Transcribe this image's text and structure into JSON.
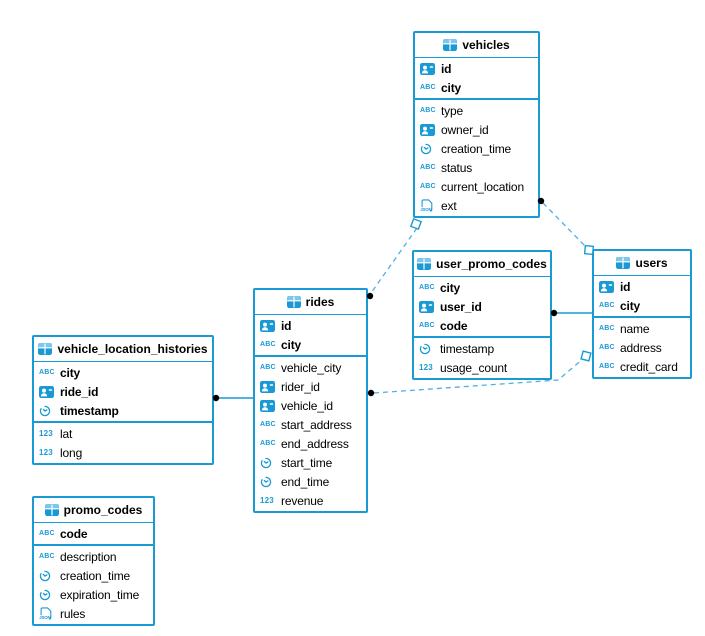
{
  "diagram": {
    "colors": {
      "table_border": "#1a9ad5",
      "icon_blue": "#1a9ad5",
      "dashed_line": "#4fb0e0",
      "text": "#000000",
      "background": "#ffffff",
      "relationship_dot": "#000000"
    },
    "tables": [
      {
        "name": "vehicles",
        "icon": "table-icon",
        "key_fields": [
          {
            "name": "id",
            "icon": "uuid-icon"
          },
          {
            "name": "city",
            "icon": "varchar-icon"
          }
        ],
        "fields": [
          {
            "name": "type",
            "icon": "varchar-icon"
          },
          {
            "name": "owner_id",
            "icon": "uuid-icon"
          },
          {
            "name": "creation_time",
            "icon": "timestamp-icon"
          },
          {
            "name": "status",
            "icon": "varchar-icon"
          },
          {
            "name": "current_location",
            "icon": "varchar-icon"
          },
          {
            "name": "ext",
            "icon": "json-icon"
          }
        ]
      },
      {
        "name": "user_promo_codes",
        "icon": "table-icon",
        "key_fields": [
          {
            "name": "city",
            "icon": "varchar-icon"
          },
          {
            "name": "user_id",
            "icon": "uuid-icon"
          },
          {
            "name": "code",
            "icon": "varchar-icon"
          }
        ],
        "fields": [
          {
            "name": "timestamp",
            "icon": "timestamp-icon"
          },
          {
            "name": "usage_count",
            "icon": "number-icon"
          }
        ]
      },
      {
        "name": "users",
        "icon": "table-icon",
        "key_fields": [
          {
            "name": "id",
            "icon": "uuid-icon"
          },
          {
            "name": "city",
            "icon": "varchar-icon"
          }
        ],
        "fields": [
          {
            "name": "name",
            "icon": "varchar-icon"
          },
          {
            "name": "address",
            "icon": "varchar-icon"
          },
          {
            "name": "credit_card",
            "icon": "varchar-icon"
          }
        ]
      },
      {
        "name": "rides",
        "icon": "table-icon",
        "key_fields": [
          {
            "name": "id",
            "icon": "uuid-icon"
          },
          {
            "name": "city",
            "icon": "varchar-icon"
          }
        ],
        "fields": [
          {
            "name": "vehicle_city",
            "icon": "varchar-icon"
          },
          {
            "name": "rider_id",
            "icon": "uuid-icon"
          },
          {
            "name": "vehicle_id",
            "icon": "uuid-icon"
          },
          {
            "name": "start_address",
            "icon": "varchar-icon"
          },
          {
            "name": "end_address",
            "icon": "varchar-icon"
          },
          {
            "name": "start_time",
            "icon": "timestamp-icon"
          },
          {
            "name": "end_time",
            "icon": "timestamp-icon"
          },
          {
            "name": "revenue",
            "icon": "number-icon"
          }
        ]
      },
      {
        "name": "vehicle_location_histories",
        "icon": "table-icon",
        "key_fields": [
          {
            "name": "city",
            "icon": "varchar-icon"
          },
          {
            "name": "ride_id",
            "icon": "uuid-icon"
          },
          {
            "name": "timestamp",
            "icon": "timestamp-icon"
          }
        ],
        "fields": [
          {
            "name": "lat",
            "icon": "number-icon"
          },
          {
            "name": "long",
            "icon": "number-icon"
          }
        ]
      },
      {
        "name": "promo_codes",
        "icon": "table-icon",
        "key_fields": [
          {
            "name": "code",
            "icon": "varchar-icon"
          }
        ],
        "fields": [
          {
            "name": "description",
            "icon": "varchar-icon"
          },
          {
            "name": "creation_time",
            "icon": "timestamp-icon"
          },
          {
            "name": "expiration_time",
            "icon": "timestamp-icon"
          },
          {
            "name": "rules",
            "icon": "json-icon"
          }
        ]
      }
    ],
    "relationships": [
      {
        "from": "vehicles",
        "to": "rides",
        "style": "dashed",
        "from_marker": "square",
        "to_marker": "dot"
      },
      {
        "from": "vehicles",
        "to": "users",
        "style": "dashed",
        "from_marker": "dot",
        "to_marker": "square"
      },
      {
        "from": "rides",
        "to": "users",
        "style": "dashed",
        "from_marker": "dot",
        "to_marker": "square"
      },
      {
        "from": "vehicle_location_histories",
        "to": "rides",
        "style": "solid",
        "from_marker": "dot",
        "to_marker": "none"
      },
      {
        "from": "user_promo_codes",
        "to": "users",
        "style": "solid",
        "from_marker": "dot",
        "to_marker": "none"
      }
    ]
  }
}
